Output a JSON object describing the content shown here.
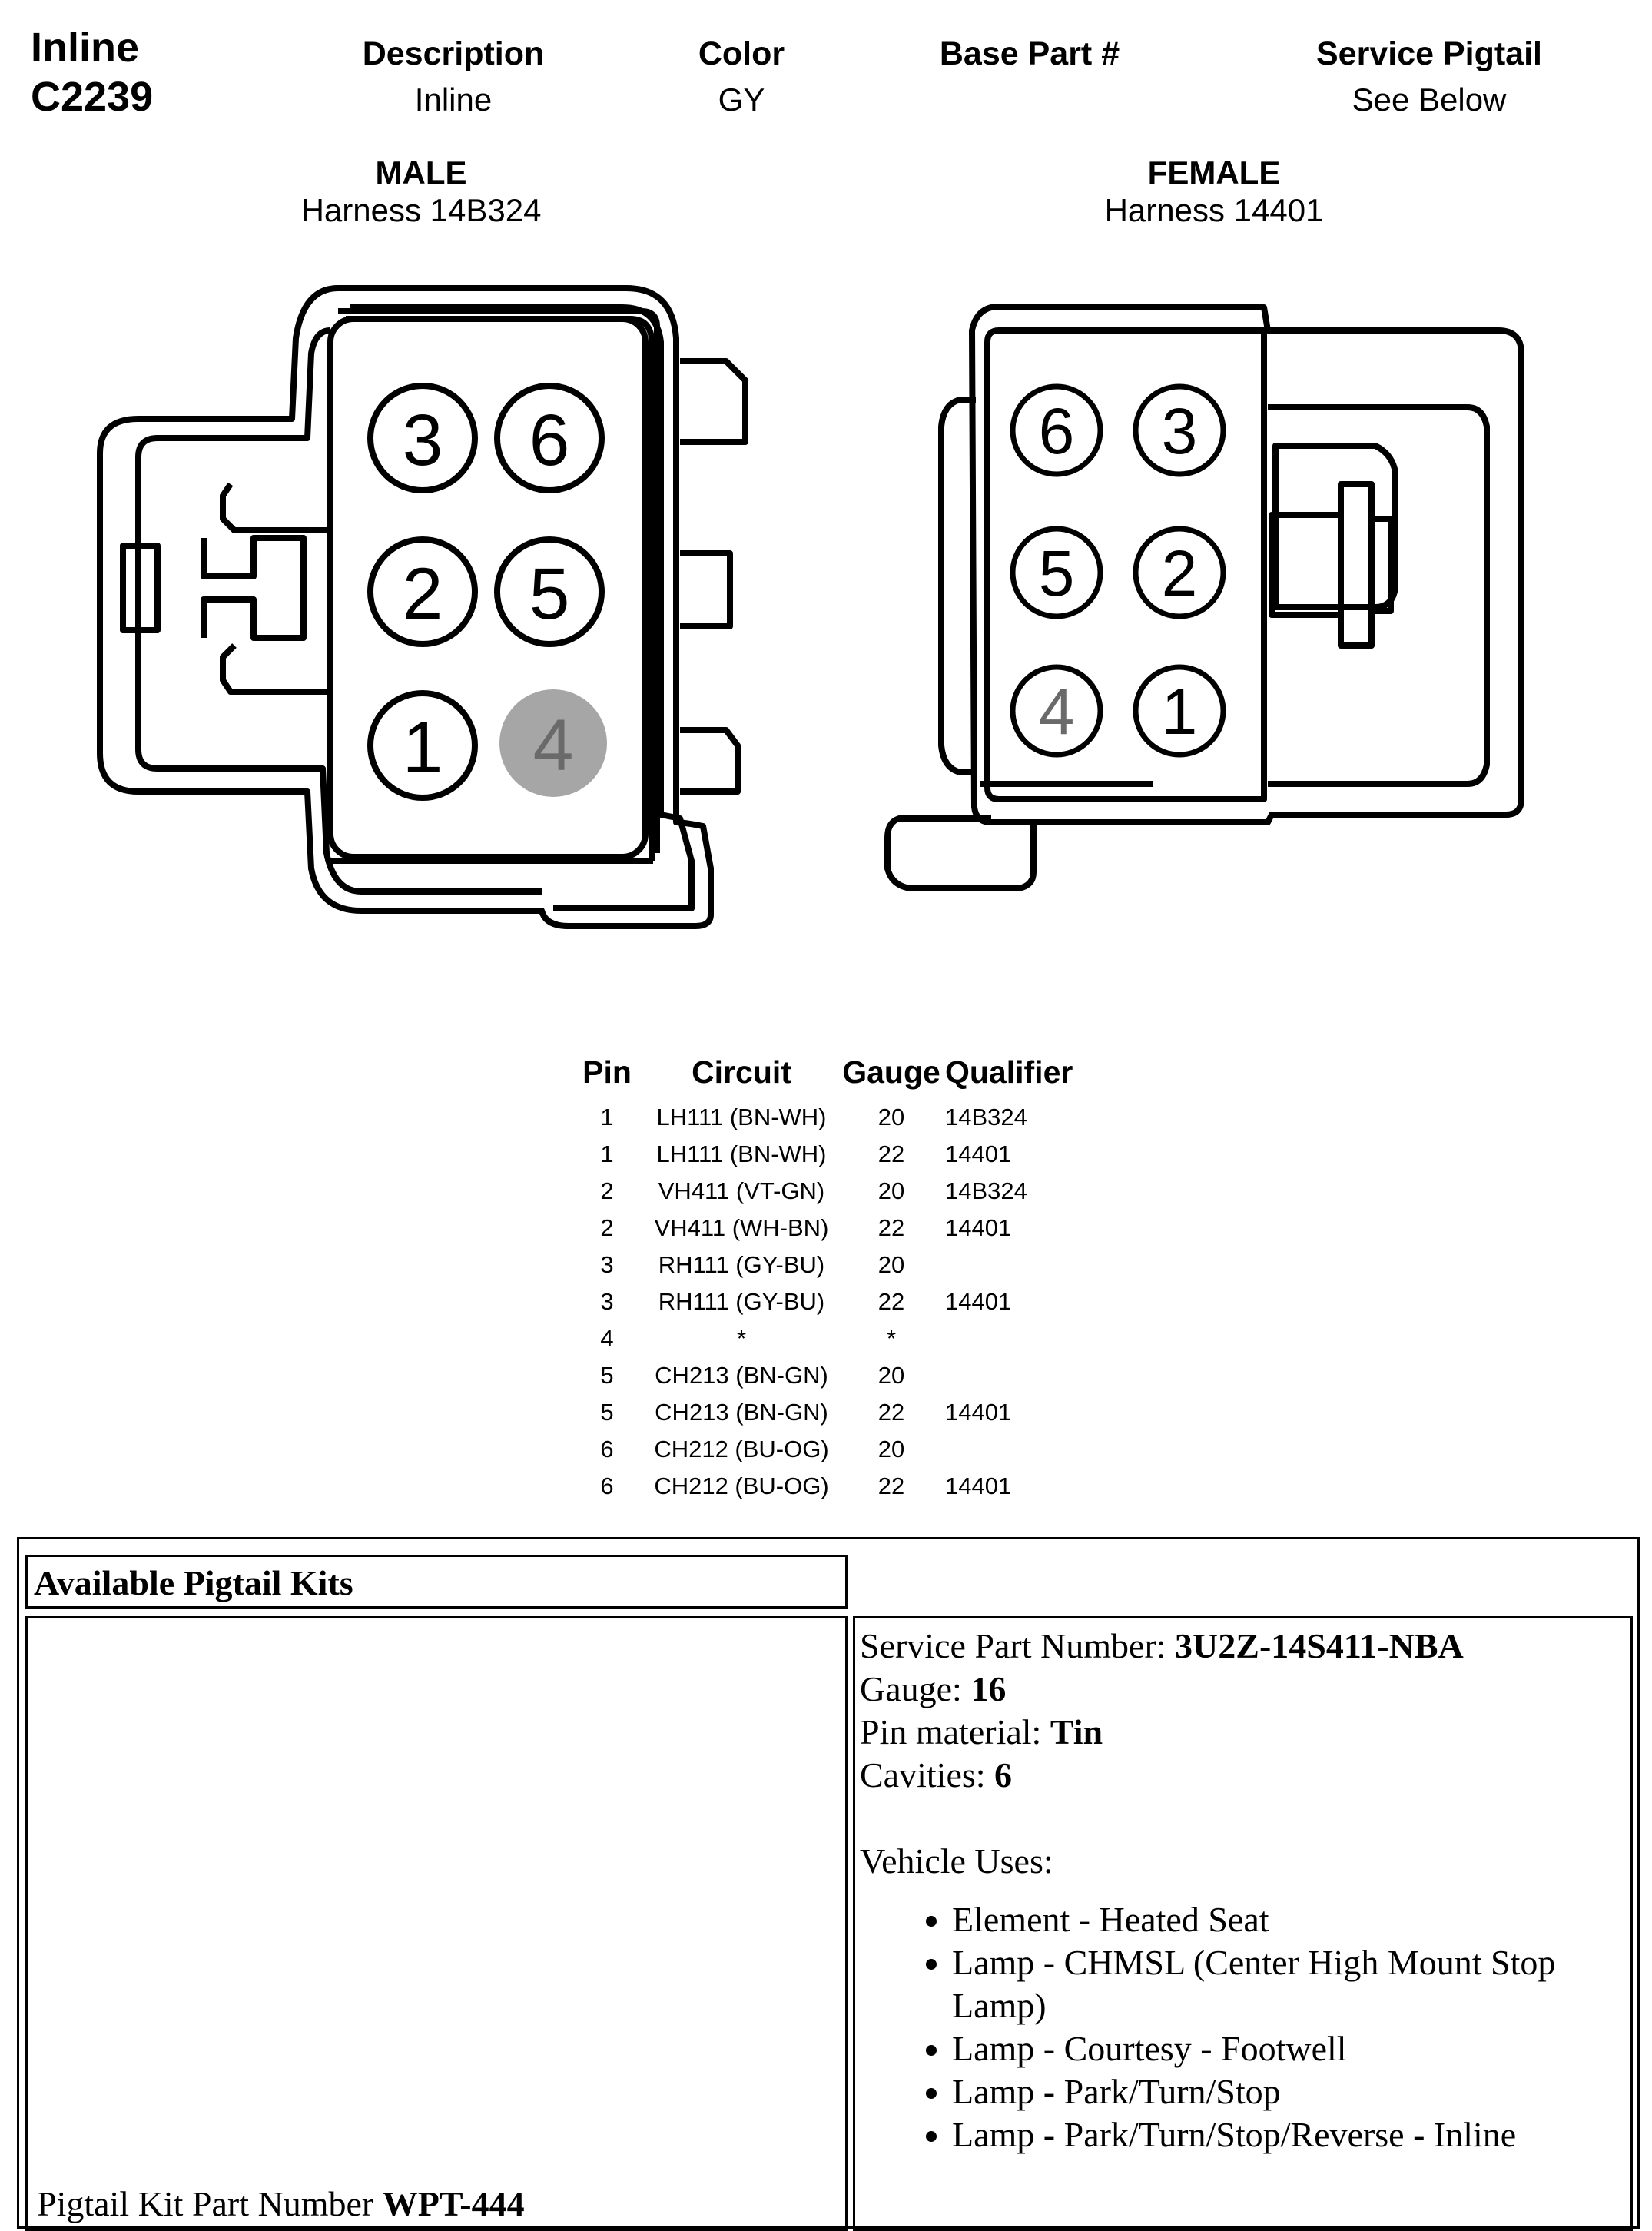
{
  "header": {
    "title_line1": "Inline",
    "title_line2": "C2239",
    "columns": [
      {
        "label": "Description",
        "value": "Inline"
      },
      {
        "label": "Color",
        "value": "GY"
      },
      {
        "label": "Base Part #",
        "value": ""
      },
      {
        "label": "Service Pigtail",
        "value": "See Below"
      }
    ]
  },
  "male": {
    "label": "MALE",
    "harness": "Harness  14B324"
  },
  "female": {
    "label": "FEMALE",
    "harness": "Harness  14401"
  },
  "male_pins": {
    "p3": "3",
    "p6": "6",
    "p2": "2",
    "p5": "5",
    "p1": "1",
    "p4": "4"
  },
  "female_pins": {
    "p6": "6",
    "p3": "3",
    "p5": "5",
    "p2": "2",
    "p4": "4",
    "p1": "1"
  },
  "colors": {
    "unused_pin": "#a6a6a6",
    "line": "#000000"
  },
  "pin_table": {
    "headers": [
      "Pin",
      "Circuit",
      "Gauge",
      "Qualifier"
    ],
    "rows": [
      [
        "1",
        "LH111 (BN-WH)",
        "20",
        "14B324"
      ],
      [
        "1",
        "LH111 (BN-WH)",
        "22",
        "14401"
      ],
      [
        "2",
        "VH411 (VT-GN)",
        "20",
        "14B324"
      ],
      [
        "2",
        "VH411 (WH-BN)",
        "22",
        "14401"
      ],
      [
        "3",
        "RH111 (GY-BU)",
        "20",
        ""
      ],
      [
        "3",
        "RH111 (GY-BU)",
        "22",
        "14401"
      ],
      [
        "4",
        "*",
        "*",
        ""
      ],
      [
        "5",
        "CH213 (BN-GN)",
        "20",
        ""
      ],
      [
        "5",
        "CH213 (BN-GN)",
        "22",
        "14401"
      ],
      [
        "6",
        "CH212 (BU-OG)",
        "20",
        ""
      ],
      [
        "6",
        "CH212 (BU-OG)",
        "22",
        "14401"
      ]
    ]
  },
  "kits": {
    "heading": "Available Pigtail Kits",
    "kit_label": "Pigtail Kit Part Number ",
    "kit_number": "WPT-444",
    "service_part_label": "Service Part Number: ",
    "service_part_value": "3U2Z-14S411-NBA",
    "gauge_label": "Gauge: ",
    "gauge_value": "16",
    "pin_material_label": "Pin material: ",
    "pin_material_value": "Tin",
    "cavities_label": "Cavities: ",
    "cavities_value": "6",
    "vehicle_uses_label": "Vehicle Uses:",
    "vehicle_uses": [
      "Element - Heated Seat",
      "Lamp - CHMSL (Center High Mount Stop Lamp)",
      "Lamp - Courtesy - Footwell",
      "Lamp - Park/Turn/Stop",
      "Lamp - Park/Turn/Stop/Reverse - Inline"
    ]
  }
}
